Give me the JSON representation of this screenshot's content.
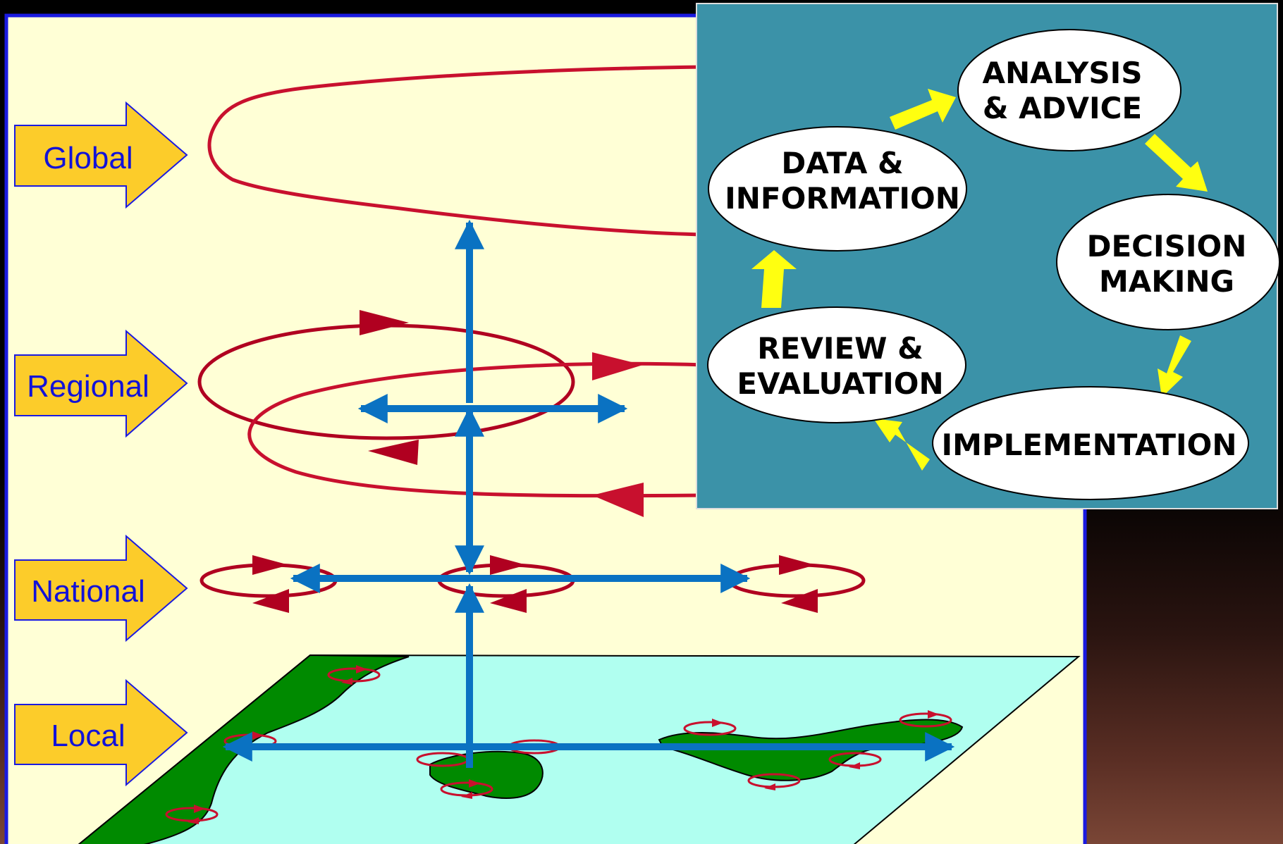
{
  "colors": {
    "panel_bg": "#ffffd6",
    "panel_border": "#1a1ae0",
    "arrow_fill": "#fccc2a",
    "level_text": "#1212d8",
    "cycle_bg": "#3b92a8",
    "cycle_arrow": "#ffff10",
    "red_flow": "#c8102e",
    "blue_flow": "#0a72c2",
    "sea": "#b0fff0",
    "land": "#008a00"
  },
  "levels": {
    "global": "Global",
    "regional": "Regional",
    "national": "National",
    "local": "Local"
  },
  "cycle": {
    "analysis_l1": "ANALYSIS",
    "analysis_l2": "& ADVICE",
    "decision_l1": "DECISION",
    "decision_l2": "MAKING",
    "implementation": "IMPLEMENTATION",
    "review_l1": "REVIEW &",
    "review_l2": "EVALUATION",
    "data_l1": "DATA &",
    "data_l2": "INFORMATION"
  },
  "icons": {
    "level_arrow": "block-arrow-right-icon",
    "flow_arrow": "triangle-arrowhead-icon",
    "cycle_arrow": "thick-arrow-icon"
  }
}
